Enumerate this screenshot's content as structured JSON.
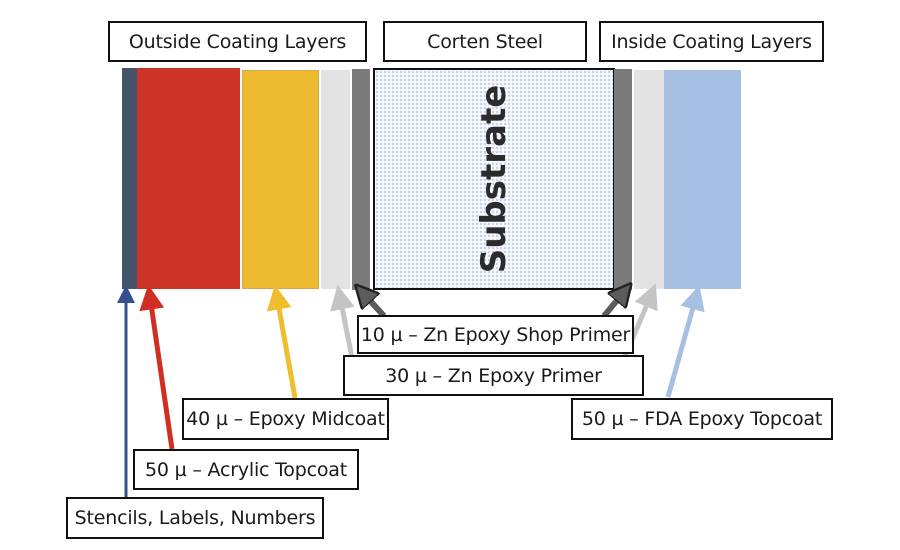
{
  "headers": {
    "outside": "Outside Coating Layers",
    "steel": "Corten Steel",
    "inside": "Inside Coating Layers"
  },
  "substrate_label": "Substrate",
  "layers": [
    {
      "id": "stencils",
      "side": "outside",
      "name": "Stencils, Labels, Numbers",
      "color": "#46546b"
    },
    {
      "id": "acrylic-topcoat",
      "side": "outside",
      "thickness_um": 50,
      "name": "Acrylic Topcoat",
      "color": "#cc3428"
    },
    {
      "id": "epoxy-midcoat",
      "side": "outside",
      "thickness_um": 40,
      "name": "Epoxy Midcoat",
      "color": "#ecbb30"
    },
    {
      "id": "zn-epoxy-primer-out",
      "side": "outside",
      "thickness_um": 30,
      "name": "Zn Epoxy Primer",
      "color": "#e3e3e3"
    },
    {
      "id": "zn-shop-primer-out",
      "side": "outside",
      "thickness_um": 10,
      "name": "Zn Epoxy Shop Primer",
      "color": "#7b7b7b"
    },
    {
      "id": "substrate",
      "side": "core",
      "name": "Corten Steel",
      "color": "#f4f7fc"
    },
    {
      "id": "zn-shop-primer-in",
      "side": "inside",
      "thickness_um": 10,
      "name": "Zn Epoxy Shop Primer",
      "color": "#7b7b7b"
    },
    {
      "id": "zn-epoxy-primer-in",
      "side": "inside",
      "thickness_um": 30,
      "name": "Zn Epoxy Primer",
      "color": "#e3e3e3"
    },
    {
      "id": "fda-epoxy-topcoat",
      "side": "inside",
      "thickness_um": 50,
      "name": "FDA Epoxy Topcoat",
      "color": "#a6c0e4"
    }
  ],
  "callouts": {
    "shop_primer": "10 µ – Zn Epoxy Shop Primer",
    "zn_primer": "30 µ – Zn Epoxy Primer",
    "midcoat": "40 µ – Epoxy Midcoat",
    "acrylic": "50 µ – Acrylic Topcoat",
    "stencils": "Stencils, Labels, Numbers",
    "fda_topcoat": "50 µ – FDA Epoxy Topcoat"
  },
  "arrow_colors": {
    "stencils": "#34508f",
    "acrylic": "#d22f24",
    "midcoat": "#efbd2e",
    "zn_primer": "#c4c4c4",
    "shop_primer": "#5c5c5c",
    "fda_topcoat": "#a6c0e4"
  }
}
